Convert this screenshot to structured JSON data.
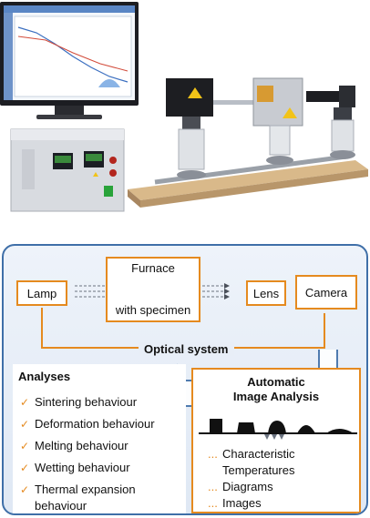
{
  "diagram": {
    "lamp": "Lamp",
    "furnace_top": "Furnace",
    "furnace_bottom": "with specimen",
    "lens": "Lens",
    "camera": "Camera",
    "optical_system": "Optical system",
    "analyses": {
      "title": "Analyses",
      "items": [
        "Sintering behaviour",
        "Deformation behaviour",
        "Melting behaviour",
        "Wetting behaviour",
        "Thermal expansion behaviour"
      ],
      "marker": "✓"
    },
    "automatic": {
      "title_line1": "Automatic",
      "title_line2": "Image Analysis",
      "results": [
        "Characteristic Temperatures",
        "Diagrams",
        "Images"
      ],
      "marker": "..."
    }
  },
  "colors": {
    "frame_blue": "#3f6fa8",
    "accent_orange": "#e58a1f",
    "panel_bg": "#e6edf6"
  }
}
